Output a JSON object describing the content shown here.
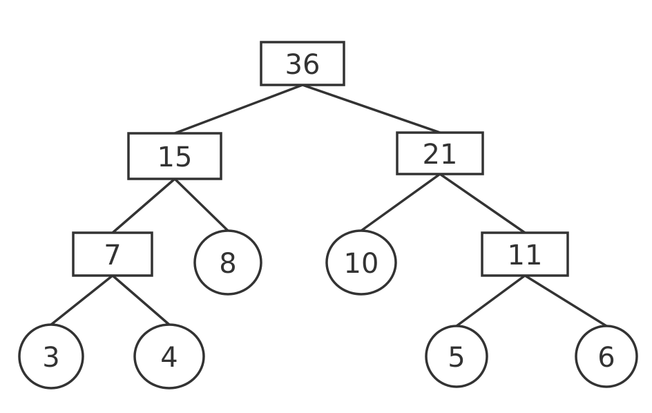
{
  "tree": {
    "nodes": [
      {
        "id": "n36",
        "label": "36",
        "shape": "rect"
      },
      {
        "id": "n15",
        "label": "15",
        "shape": "rect"
      },
      {
        "id": "n21",
        "label": "21",
        "shape": "rect"
      },
      {
        "id": "n7",
        "label": "7",
        "shape": "rect"
      },
      {
        "id": "n8",
        "label": "8",
        "shape": "circle"
      },
      {
        "id": "n10",
        "label": "10",
        "shape": "circle"
      },
      {
        "id": "n11",
        "label": "11",
        "shape": "rect"
      },
      {
        "id": "n3",
        "label": "3",
        "shape": "circle"
      },
      {
        "id": "n4",
        "label": "4",
        "shape": "circle"
      },
      {
        "id": "n5",
        "label": "5",
        "shape": "circle"
      },
      {
        "id": "n6",
        "label": "6",
        "shape": "circle"
      }
    ],
    "edges": [
      {
        "from": "n36",
        "to": "n15"
      },
      {
        "from": "n36",
        "to": "n21"
      },
      {
        "from": "n15",
        "to": "n7"
      },
      {
        "from": "n15",
        "to": "n8"
      },
      {
        "from": "n21",
        "to": "n10"
      },
      {
        "from": "n21",
        "to": "n11"
      },
      {
        "from": "n7",
        "to": "n3"
      },
      {
        "from": "n7",
        "to": "n4"
      },
      {
        "from": "n11",
        "to": "n5"
      },
      {
        "from": "n11",
        "to": "n6"
      }
    ]
  }
}
